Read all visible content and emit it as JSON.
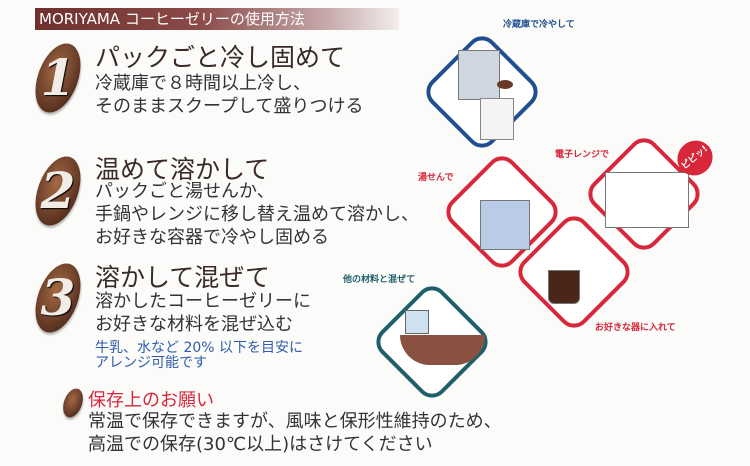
{
  "header": {
    "title": "MORIYAMA コーヒーゼリーの使用方法"
  },
  "steps": [
    {
      "number": "1",
      "title": "パックごと冷し固めて",
      "lines": [
        "冷蔵庫で８時間以上冷し、",
        "そのままスクープして盛りつける"
      ]
    },
    {
      "number": "2",
      "title": "温めて溶かして",
      "lines": [
        "パックごと湯せんか、",
        "手鍋やレンジに移し替え温めて溶かし、",
        "お好きな容器で冷やし固める"
      ]
    },
    {
      "number": "3",
      "title": "溶かして混ぜて",
      "lines": [
        "溶かしたコーヒーゼリーに",
        "お好きな材料を混ぜ込む"
      ],
      "notes": [
        "牛乳、水など 20% 以下を目安に",
        "アレンジ可能です"
      ]
    }
  ],
  "storage": {
    "title": "保存上のお願い",
    "lines": [
      "常温で保存できますが、風味と保形性維持のため、",
      "高温での保存(30℃以上)はさけてください"
    ]
  },
  "illustrations": {
    "fridge": "冷蔵庫で冷やして",
    "microwave": "電子レンジで",
    "beep": "ピピッ!",
    "hot_water": "湯せんで",
    "container": "お好きな器に入れて",
    "mix": "他の材料と混ぜて"
  },
  "colors": {
    "blue": "#1f4f8f",
    "red": "#d8263a",
    "teal": "#1f5f6a",
    "header": "#6f2f2d"
  }
}
